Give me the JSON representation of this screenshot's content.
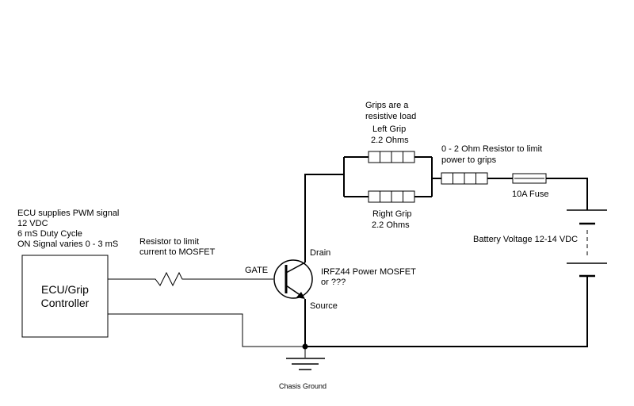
{
  "ecu": {
    "name_line1": "ECU/Grip",
    "name_line2": "Controller",
    "note_line1": "ECU supplies PWM signal",
    "note_line2": "12 VDC",
    "note_line3": "6 mS Duty Cycle",
    "note_line4": "ON Signal varies 0 - 3 mS"
  },
  "gate_resistor": {
    "label_line1": "Resistor to limit",
    "label_line2": "current to MOSFET"
  },
  "mosfet": {
    "gate": "GATE",
    "drain": "Drain",
    "source": "Source",
    "part_line1": "IRFZ44 Power MOSFET",
    "part_line2": "or ???"
  },
  "grips": {
    "note_line1": "Grips are a",
    "note_line2": "resistive load",
    "left_name": "Left Grip",
    "left_value": "2.2 Ohms",
    "right_name": "Right Grip",
    "right_value": "2.2 Ohms"
  },
  "limit_resistor": {
    "label_line1": "0 - 2 Ohm Resistor to limit",
    "label_line2": "power to grips"
  },
  "fuse": {
    "label": "10A Fuse"
  },
  "battery": {
    "label": "Battery Voltage 12-14 VDC"
  },
  "ground": {
    "label": "Chasis Ground"
  }
}
